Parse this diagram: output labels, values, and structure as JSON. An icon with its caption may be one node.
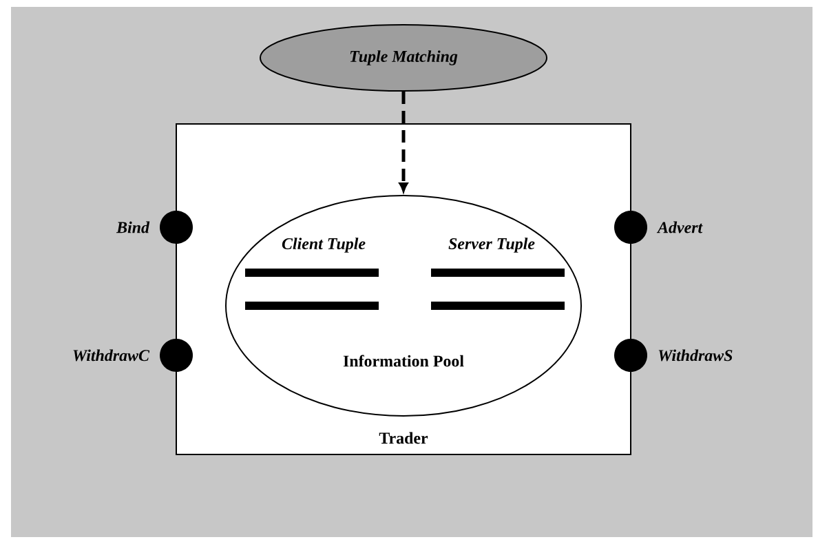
{
  "diagram": {
    "nodes": [
      {
        "text": [
          "Tuple Matching"
        ]
      },
      {
        "text": [
          "Trader"
        ]
      },
      {
        "text": [
          "Client Tuple",
          "Server Tuple",
          "Information Pool"
        ],
        "in": 1
      },
      {
        "text": [],
        "shape": "circle",
        "beside": [
          "Bind"
        ]
      },
      {
        "text": [],
        "shape": "circle",
        "beside": [
          "Advert"
        ]
      },
      {
        "text": [],
        "shape": "circle",
        "beside": [
          "WithdrawC"
        ]
      },
      {
        "text": [],
        "shape": "circle",
        "beside": [
          "WithdrawS"
        ]
      }
    ],
    "edges": [
      {
        "from": 0,
        "to": 2,
        "arrow": "to",
        "style": "dashed"
      }
    ]
  }
}
